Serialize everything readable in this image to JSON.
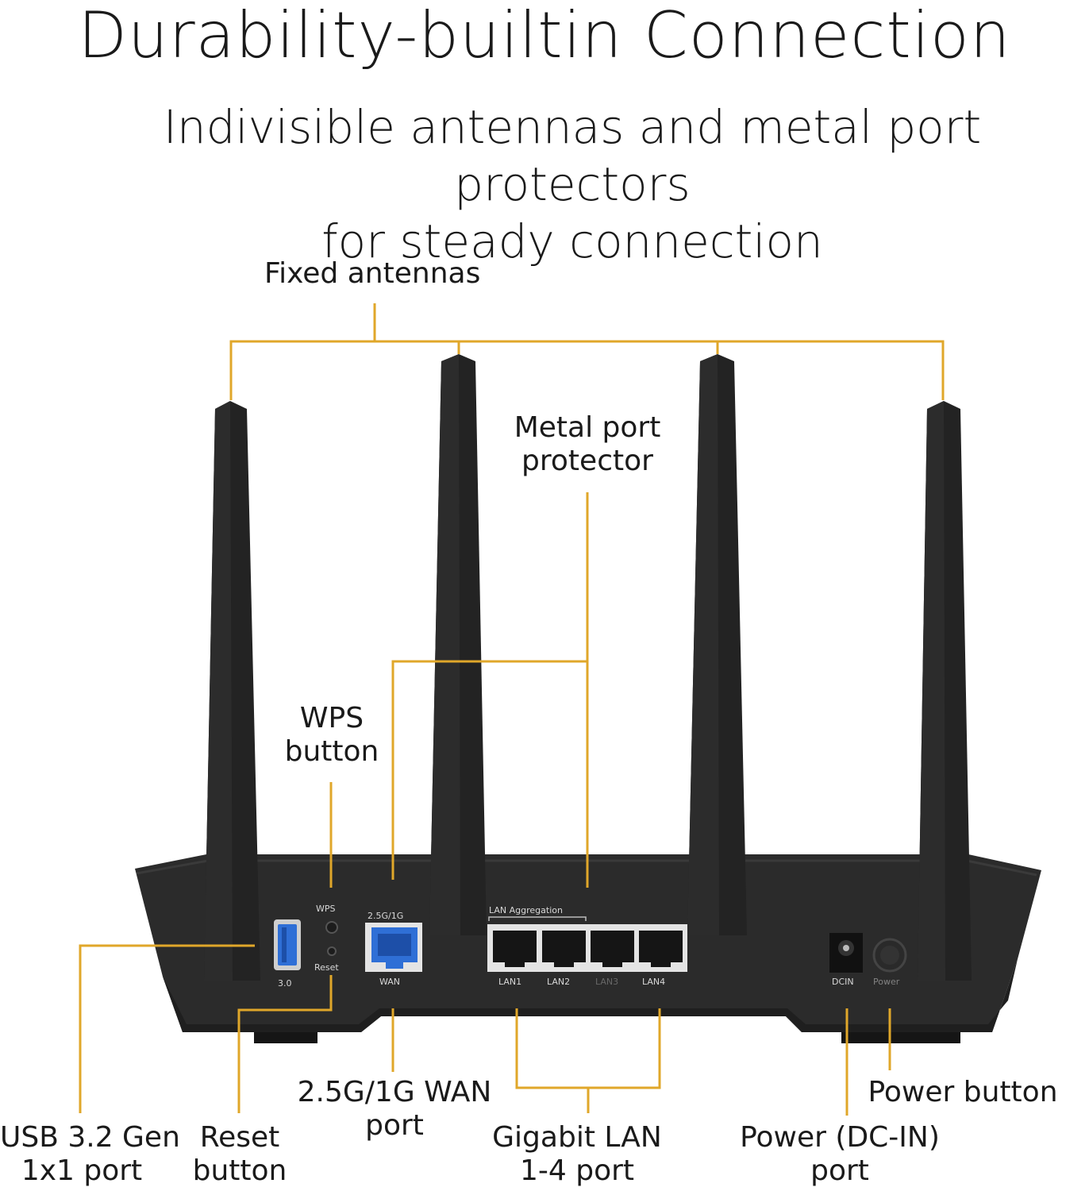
{
  "title": "Durability-builtin Connection",
  "subtitle_line1": "Indivisible antennas and metal port protectors",
  "subtitle_line2": "for steady connection",
  "callouts": {
    "fixed_antennas": "Fixed antennas",
    "metal_port_protector_1": "Metal port",
    "metal_port_protector_2": "protector",
    "wps_1": "WPS",
    "wps_2": "button",
    "usb_1": "USB 3.2 Gen",
    "usb_2": "1x1 port",
    "reset_1": "Reset",
    "reset_2": "button",
    "wan_1": "2.5G/1G WAN",
    "wan_2": "port",
    "lan_1": "Gigabit LAN",
    "lan_2": "1-4 port",
    "dcin_1": "Power (DC-IN)",
    "dcin_2": "port",
    "power_button": "Power button"
  },
  "panel_labels": {
    "wps": "WPS",
    "reset": "Reset",
    "usb": "3.0",
    "wan_speed": "2.5G/1G",
    "wan": "WAN",
    "lan_aggregation": "LAN Aggregation",
    "lan1": "LAN1",
    "lan2": "LAN2",
    "lan3": "LAN3",
    "lan4": "LAN4",
    "dcin": "DCIN",
    "power": "Power"
  },
  "colors": {
    "callout_line": "#e0a72a",
    "router_body": "#2b2b2b",
    "antenna": "#232323",
    "wan_port": "#2f6fd6"
  }
}
